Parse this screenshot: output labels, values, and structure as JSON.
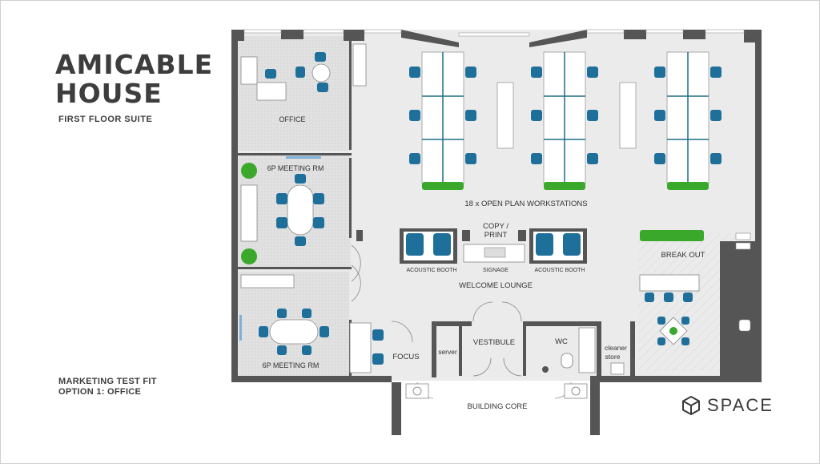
{
  "title": {
    "line1": "AMICABLE",
    "line2": "HOUSE"
  },
  "subtitle": "FIRST FLOOR SUITE",
  "caption": {
    "line1": "MARKETING TEST FIT",
    "line2": "OPTION 1: OFFICE"
  },
  "rooms": {
    "office": "OFFICE",
    "meeting_top": "6P MEETING RM",
    "meeting_bottom": "6P MEETING RM",
    "workstations": "18 x OPEN PLAN WORKSTATIONS",
    "copy_line1": "COPY /",
    "copy_line2": "PRINT",
    "booth_left": "ACOUSTIC BOOTH",
    "booth_right": "ACOUSTIC BOOTH",
    "signage": "SIGNAGE",
    "lounge": "WELCOME LOUNGE",
    "break_out": "BREAK OUT",
    "focus": "FOCUS",
    "server": "server",
    "vestibule": "VESTIBULE",
    "wc": "WC",
    "cleaner_line1": "cleaner",
    "cleaner_line2": "store",
    "building_core": "BUILDING CORE"
  },
  "logo": {
    "text": "SPACE",
    "icon": "cube-icon"
  },
  "colors": {
    "wall": "#555555",
    "floor": "#ebebeb",
    "chair": "#1f6f9b",
    "plant": "#3aa82a",
    "accent_line": "#1c6e86"
  }
}
